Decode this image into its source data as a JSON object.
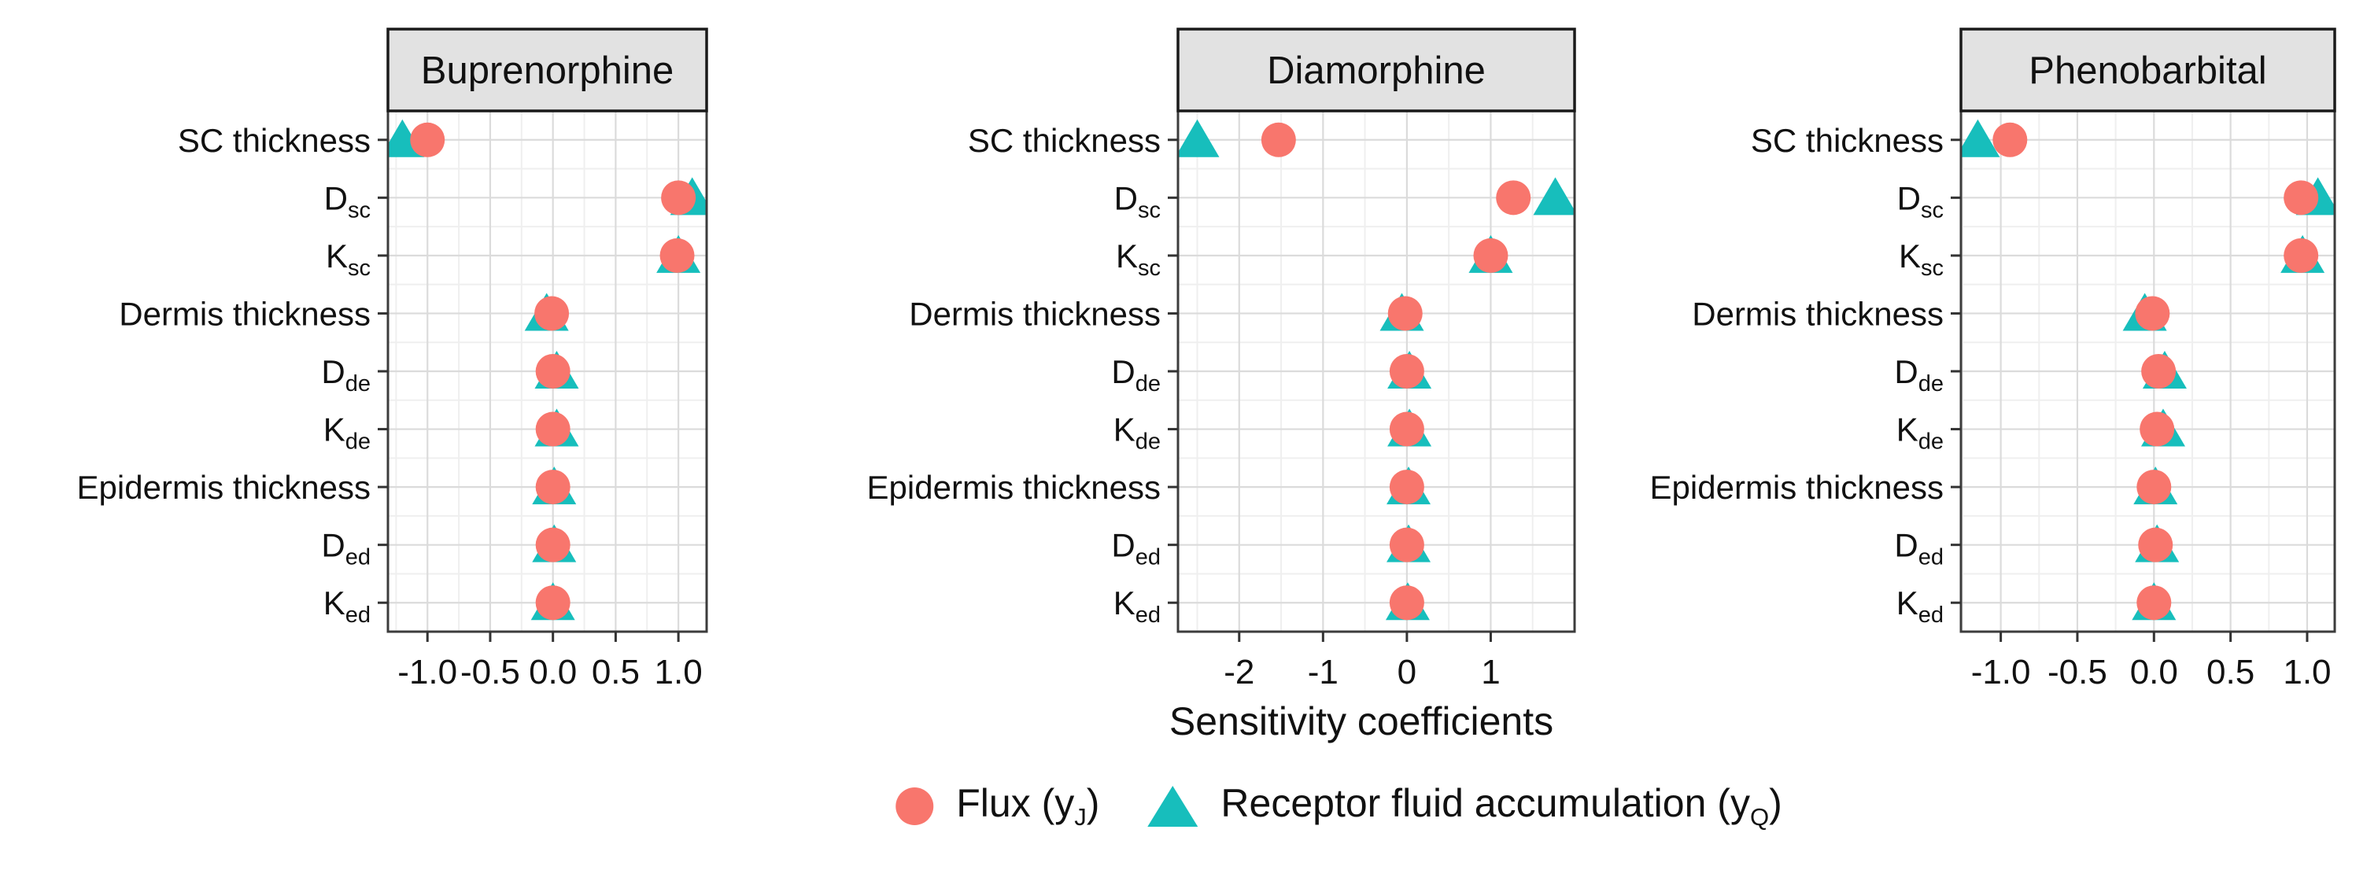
{
  "chart_data": {
    "type": "scatter",
    "description": "Three-facet categorical dot plot of sensitivity coefficients per drug",
    "xlabel": "Sensitivity coefficients",
    "grid": "major and minor gridlines on, white panels, grey facet strips",
    "legend_position": "bottom center",
    "categories": [
      {
        "text": "SC thickness",
        "sub": ""
      },
      {
        "text": "D",
        "sub": "sc"
      },
      {
        "text": "K",
        "sub": "sc"
      },
      {
        "text": "Dermis thickness",
        "sub": ""
      },
      {
        "text": "D",
        "sub": "de"
      },
      {
        "text": "K",
        "sub": "de"
      },
      {
        "text": "Epidermis thickness",
        "sub": ""
      },
      {
        "text": "D",
        "sub": "ed"
      },
      {
        "text": "K",
        "sub": "ed"
      }
    ],
    "series_meta": [
      {
        "id": "flux",
        "marker": "circle",
        "color": "#F8766D",
        "label_prefix": "Flux (y",
        "label_sub": "J",
        "label_suffix": ")"
      },
      {
        "id": "receptor",
        "marker": "triangle",
        "color": "#17BEBC",
        "label_prefix": "Receptor fluid accumulation (y",
        "label_sub": "Q",
        "label_suffix": ")"
      }
    ],
    "panels": [
      {
        "title": "Buprenorphine",
        "xlim": [
          -1.315,
          1.225
        ],
        "xticks": [
          -1.0,
          -0.5,
          0.0,
          0.5,
          1.0
        ],
        "xtick_labels": [
          "-1.0",
          "-0.5",
          "0.0",
          "0.5",
          "1.0"
        ],
        "series": [
          {
            "name": "flux",
            "values": [
              -1.0,
              1.0,
              0.99,
              -0.01,
              0.0,
              0.0,
              0.0,
              0.0,
              0.0
            ]
          },
          {
            "name": "receptor",
            "values": [
              -1.2,
              1.11,
              1.0,
              -0.05,
              0.03,
              0.03,
              0.01,
              0.01,
              0.0
            ]
          }
        ]
      },
      {
        "title": "Diamorphine",
        "xlim": [
          -2.73,
          2.0
        ],
        "xticks": [
          -2,
          -1,
          0,
          1
        ],
        "xtick_labels": [
          "-2",
          "-1",
          "0",
          "1"
        ],
        "series": [
          {
            "name": "flux",
            "values": [
              -1.53,
              1.27,
              1.0,
              -0.02,
              0.0,
              0.0,
              0.0,
              0.0,
              0.0
            ]
          },
          {
            "name": "receptor",
            "values": [
              -2.5,
              1.77,
              1.0,
              -0.06,
              0.03,
              0.03,
              0.02,
              0.02,
              0.01
            ]
          }
        ]
      },
      {
        "title": "Phenobarbital",
        "xlim": [
          -1.26,
          1.18
        ],
        "xticks": [
          -1.0,
          -0.5,
          0.0,
          0.5,
          1.0
        ],
        "xtick_labels": [
          "-1.0",
          "-0.5",
          "0.0",
          "0.5",
          "1.0"
        ],
        "series": [
          {
            "name": "flux",
            "values": [
              -0.94,
              0.96,
              0.96,
              -0.01,
              0.03,
              0.02,
              0.0,
              0.01,
              0.0
            ]
          },
          {
            "name": "receptor",
            "values": [
              -1.15,
              1.07,
              0.97,
              -0.06,
              0.07,
              0.06,
              0.01,
              0.02,
              0.0
            ]
          }
        ]
      }
    ],
    "style": {
      "strip_bg": "#E2E2E2",
      "strip_border": "#1A1A1A",
      "panel_border": "#3C3C3C",
      "grid_major": "#DBDBDB",
      "grid_minor": "#EFEFEF",
      "tick_color": "#333333",
      "text_color": "#111111"
    }
  }
}
